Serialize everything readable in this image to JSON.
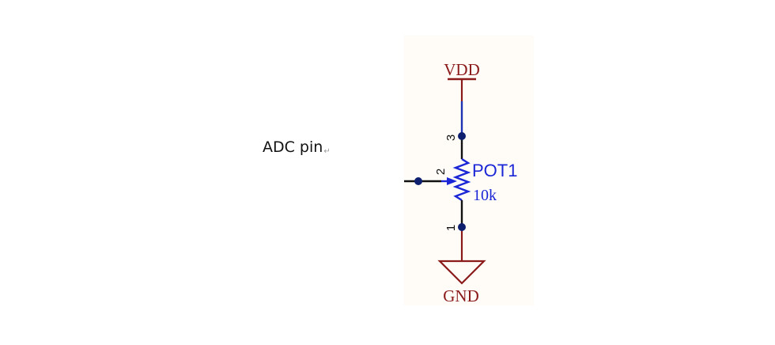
{
  "label": {
    "adc_pin": "ADC pin",
    "return_mark": "↵"
  },
  "schematic": {
    "power_net": "VDD",
    "ground_net": "GND",
    "designator": "POT1",
    "value": "10k",
    "pins": {
      "top": "3",
      "wiper": "2",
      "bottom": "1"
    }
  },
  "colors": {
    "background": "#fffcf8",
    "power": "#8b1a1a",
    "wire": "#1f33b5",
    "component": "#1b26d6",
    "junction": "#0d1f6e",
    "pin_wire": "#111111"
  }
}
